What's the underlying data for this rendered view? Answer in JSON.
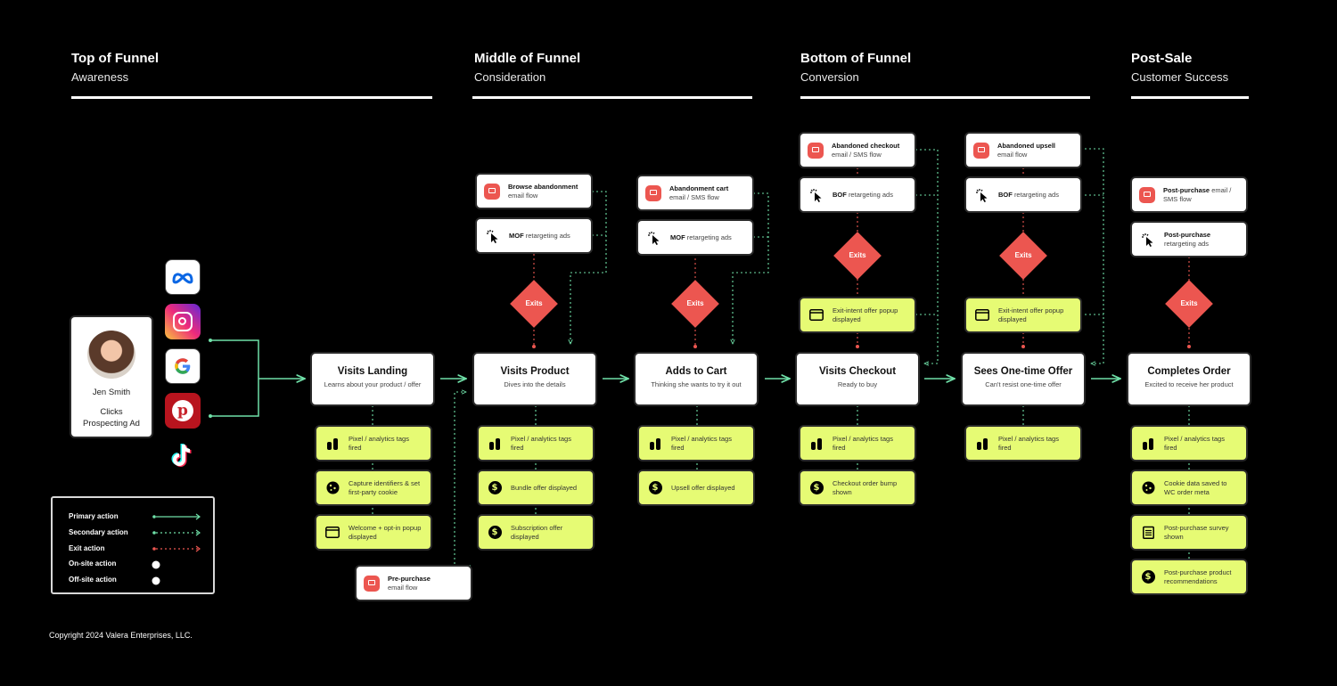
{
  "phases": [
    {
      "title": "Top of Funnel",
      "subtitle": "Awareness"
    },
    {
      "title": "Middle of Funnel",
      "subtitle": "Consideration"
    },
    {
      "title": "Bottom of Funnel",
      "subtitle": "Conversion"
    },
    {
      "title": "Post-Sale",
      "subtitle": "Customer Success"
    }
  ],
  "persona": {
    "name": "Jen Smith",
    "action": "Clicks Prospecting Ad"
  },
  "social_icons": [
    "meta-icon",
    "instagram-icon",
    "google-icon",
    "pinterest-icon",
    "tiktok-icon"
  ],
  "steps": [
    {
      "title": "Visits Landing",
      "subtitle": "Learns about your product / offer"
    },
    {
      "title": "Visits Product",
      "subtitle": "Dives into the details"
    },
    {
      "title": "Adds to Cart",
      "subtitle": "Thinking she wants to try it out"
    },
    {
      "title": "Visits Checkout",
      "subtitle": "Ready to buy"
    },
    {
      "title": "Sees One-time Offer",
      "subtitle": "Can't resist one-time offer"
    },
    {
      "title": "Completes Order",
      "subtitle": "Excited to receive her product"
    }
  ],
  "exit_label": "Exits",
  "offsite": {
    "product": [
      {
        "bold": "Browse abandonment",
        "rest": "email flow"
      },
      {
        "bold": "MOF",
        "rest": "retargeting ads"
      }
    ],
    "cart": [
      {
        "bold": "Abandonment cart",
        "rest": "email / SMS flow"
      },
      {
        "bold": "MOF",
        "rest": "retargeting ads"
      }
    ],
    "checkout": [
      {
        "bold": "Abandoned checkout",
        "rest": "email / SMS flow"
      },
      {
        "bold": "BOF",
        "rest": "retargeting ads"
      }
    ],
    "offer": [
      {
        "bold": "Abandoned upsell",
        "rest": "email flow"
      },
      {
        "bold": "BOF",
        "rest": "retargeting ads"
      }
    ],
    "order": [
      {
        "bold": "Post-purchase",
        "rest": "email / SMS flow"
      },
      {
        "bold": "Post-purchase",
        "rest": "retargeting ads"
      }
    ],
    "prepurchase": {
      "bold": "Pre-purchase",
      "rest": "email flow"
    }
  },
  "exit_intent": {
    "checkout": "Exit-intent offer popup displayed",
    "offer": "Exit-intent offer popup displayed"
  },
  "onsite": {
    "landing": [
      "Pixel / analytics tags fired",
      "Capture identifiers & set first-party cookie",
      "Welcome + opt-in popup displayed"
    ],
    "product": [
      "Pixel / analytics tags fired",
      "Bundle offer displayed",
      "Subscription offer displayed"
    ],
    "cart": [
      "Pixel / analytics tags fired",
      "Upsell offer displayed"
    ],
    "checkout": [
      "Pixel / analytics tags fired",
      "Checkout order bump shown"
    ],
    "offer": [
      "Pixel / analytics tags fired"
    ],
    "order": [
      "Pixel / analytics tags fired",
      "Cookie data saved to WC order meta",
      "Post-purchase survey shown",
      "Post-purchase product recommendations"
    ]
  },
  "legend": [
    "Primary action",
    "Secondary action",
    "Exit action",
    "On-site action",
    "Off-site action"
  ],
  "copyright": "Copyright 2024 Valera Enterprises, LLC.",
  "colors": {
    "background": "#000000",
    "onsite": "#e6fb74",
    "exit": "#ec5650",
    "primary_arrow": "#6fe0a8",
    "secondary_arrow": "#6fe0a8"
  }
}
